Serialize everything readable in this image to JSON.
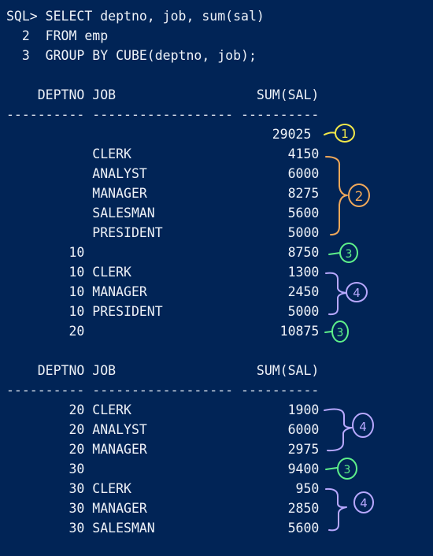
{
  "query": {
    "line1": "SQL> SELECT deptno, job, sum(sal)",
    "line2": "  2  FROM emp",
    "line3": "  3  GROUP BY CUBE(deptno, job);"
  },
  "block1": {
    "header": "    DEPTNO JOB                  SUM(SAL)",
    "separator": "---------- ------------------ ----------",
    "rows": [
      "                                  29025",
      "           CLERK                    4150",
      "           ANALYST                  6000",
      "           MANAGER                  8275",
      "           SALESMAN                 5600",
      "           PRESIDENT                5000",
      "        10                          8750",
      "        10 CLERK                    1300",
      "        10 MANAGER                  2450",
      "        10 PRESIDENT                5000",
      "        20                         10875"
    ]
  },
  "block2": {
    "header": "    DEPTNO JOB                  SUM(SAL)",
    "separator": "---------- ------------------ ----------",
    "rows": [
      "        20 CLERK                    1900",
      "        20 ANALYST                  6000",
      "        20 MANAGER                  2975",
      "        30                          9400",
      "        30 CLERK                     950",
      "        30 MANAGER                  2850",
      "        30 SALESMAN                 5600"
    ]
  },
  "annotations": {
    "one": "1",
    "two": "2",
    "three": "3",
    "four": "4",
    "colors": {
      "yellow": "#f2e84a",
      "orange": "#f0a85a",
      "green": "#5ef08a",
      "purple": "#b8a8ff"
    }
  }
}
